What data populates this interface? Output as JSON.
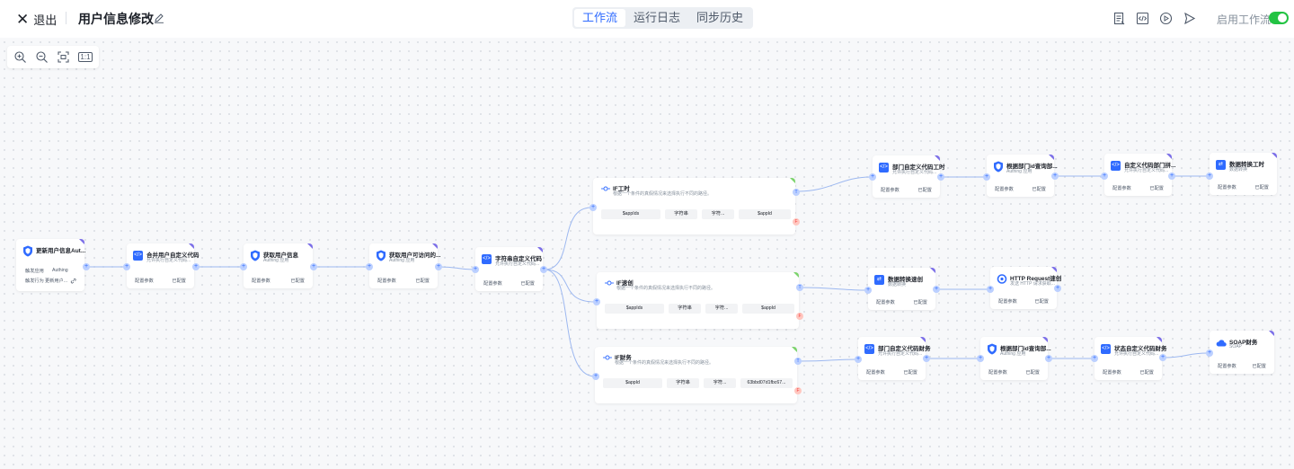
{
  "header": {
    "exit_label": "退出",
    "title": "用户信息修改",
    "tabs": [
      {
        "label": "工作流"
      },
      {
        "label": "运行日志"
      },
      {
        "label": "同步历史"
      }
    ],
    "enable_label": "启用工作流",
    "enabled": true,
    "icons": [
      "document-icon",
      "code-icon",
      "play-circle-icon",
      "send-icon",
      "edit-icon"
    ]
  },
  "zoom": {
    "fit_label": "1:1"
  },
  "colors": {
    "accent": "#2f6bff",
    "toggle": "#23c343",
    "if_true": "#bcd0ff",
    "if_false": "#ffc7c0",
    "corner": "#7b6ee8"
  },
  "nodes": {
    "trigger": {
      "title": "更新用户信息Aut...",
      "row1_left": "触发应用",
      "row1_right": "Authing",
      "row2_left": "触发行为",
      "row2_right": "更新用户..."
    },
    "merge_code": {
      "title": "合并用户自定义代码",
      "sub": "允许执行自定义代码...",
      "left": "配置参数",
      "right": "已配置"
    },
    "get_user": {
      "title": "获取用户信息",
      "sub": "Authing 应用",
      "left": "配置参数",
      "right": "已配置"
    },
    "get_access": {
      "title": "获取用户可访问的...",
      "sub": "Authing 应用",
      "left": "配置参数",
      "right": "已配置"
    },
    "string_code": {
      "title": "字符串自定义代码",
      "sub": "允许执行自定义代码...",
      "left": "配置参数",
      "right": "已配置"
    },
    "if_gongshi": {
      "title": "IF工时",
      "sub": "根据一个条件的真假情况来选择执行不同的路径。",
      "cells": [
        "$appIds",
        "字符串",
        "字符...",
        "$appId"
      ]
    },
    "if_sushuo": {
      "title": "IF速创",
      "sub": "根据一个条件的真假情况来选择执行不同的路径。",
      "cells": [
        "$appIds",
        "字符串",
        "字符...",
        "$appId"
      ]
    },
    "if_caiwu": {
      "title": "IF财务",
      "sub": "根据一个条件的真假情况来选择执行不同的路径。",
      "cells": [
        "$appId",
        "字符串",
        "字符...",
        "63bbd07d1fbc67..."
      ]
    },
    "dept_code_gongshi": {
      "title": "部门自定义代码工时",
      "sub": "允许执行自定义代码...",
      "left": "配置参数",
      "right": "已配置"
    },
    "dept_query_gongshi": {
      "title": "根据部门id查询部...",
      "sub": "Authing 应用",
      "left": "配置参数",
      "right": "已配置"
    },
    "code_dept_gongshi": {
      "title": "自定义代码部门拼...",
      "sub": "允许执行自定义代码...",
      "left": "配置参数",
      "right": "已配置"
    },
    "convert_gongshi": {
      "title": "数据转换工时",
      "sub": "数据转换",
      "left": "配置参数",
      "right": "已配置"
    },
    "convert_sushuo": {
      "title": "数据转换速创",
      "sub": "数据转换",
      "left": "配置参数",
      "right": "已配置"
    },
    "http_sushuo": {
      "title": "HTTP Request速创",
      "sub": "发送 HTTP 请求获取...",
      "left": "配置参数",
      "right": "已配置"
    },
    "dept_code_caiwu": {
      "title": "部门自定义代码财务",
      "sub": "允许执行自定义代码...",
      "left": "配置参数",
      "right": "已配置"
    },
    "dept_query_caiwu": {
      "title": "根据部门id查询部...",
      "sub": "Authing 应用",
      "left": "配置参数",
      "right": "已配置"
    },
    "status_code_caiwu": {
      "title": "状态自定义代码财务",
      "sub": "允许执行自定义代码...",
      "left": "配置参数",
      "right": "已配置"
    },
    "soap_caiwu": {
      "title": "SOAP财务",
      "sub": "SOAP",
      "left": "配置参数",
      "right": "已配置"
    }
  }
}
